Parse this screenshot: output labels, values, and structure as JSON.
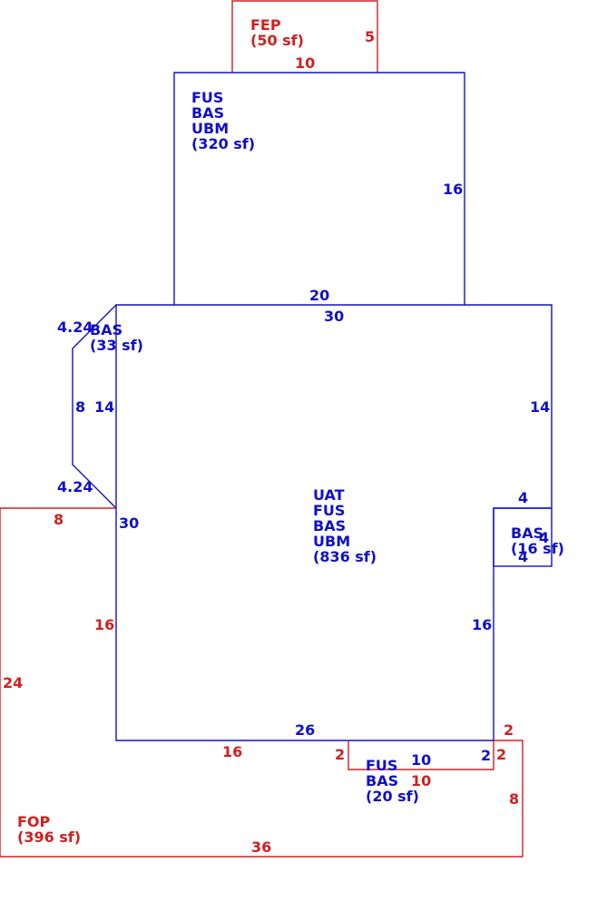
{
  "colors": {
    "living": "#1010c8",
    "porch": "#d02020"
  },
  "areas": {
    "fep": [
      "FEP",
      "(50 sf)"
    ],
    "upper": [
      "FUS",
      "BAS",
      "UBM",
      "(320 sf)"
    ],
    "bay_left": [
      "BAS",
      "(33 sf)"
    ],
    "main": [
      "UAT",
      "FUS",
      "BAS",
      "UBM",
      "(836 sf)"
    ],
    "bay_right": [
      "BAS",
      "(16 sf)"
    ],
    "bottom_bay": [
      "FUS",
      "BAS",
      "(20 sf)"
    ],
    "fop": [
      "FOP",
      "(396 sf)"
    ]
  },
  "dimensions": {
    "fep_side": "5",
    "fep_bottom": "10",
    "upper_side": "16",
    "upper_bottom": "20",
    "main_top": "30",
    "main_right_upper": "14",
    "bay_left_top": "4.24",
    "bay_left_side": "8",
    "bay_left_inner": "14",
    "bay_left_bottom": "4.24",
    "main_left": "30",
    "bay_right_top": "4",
    "bay_right_side": "4",
    "bay_right_bottom": "4",
    "main_right_lower": "16",
    "main_bottom": "26",
    "fop_top": "8",
    "fop_left": "24",
    "fop_inner_left": "16",
    "fop_inner_bottom": "16",
    "bottom_bay_left": "2",
    "bottom_bay_top": "10",
    "bottom_bay_bottom": "10",
    "bottom_bay_right_inner": "2",
    "fop_right_step_top": "2",
    "fop_right_step_side": "2",
    "fop_right": "8",
    "fop_bottom": "36"
  }
}
